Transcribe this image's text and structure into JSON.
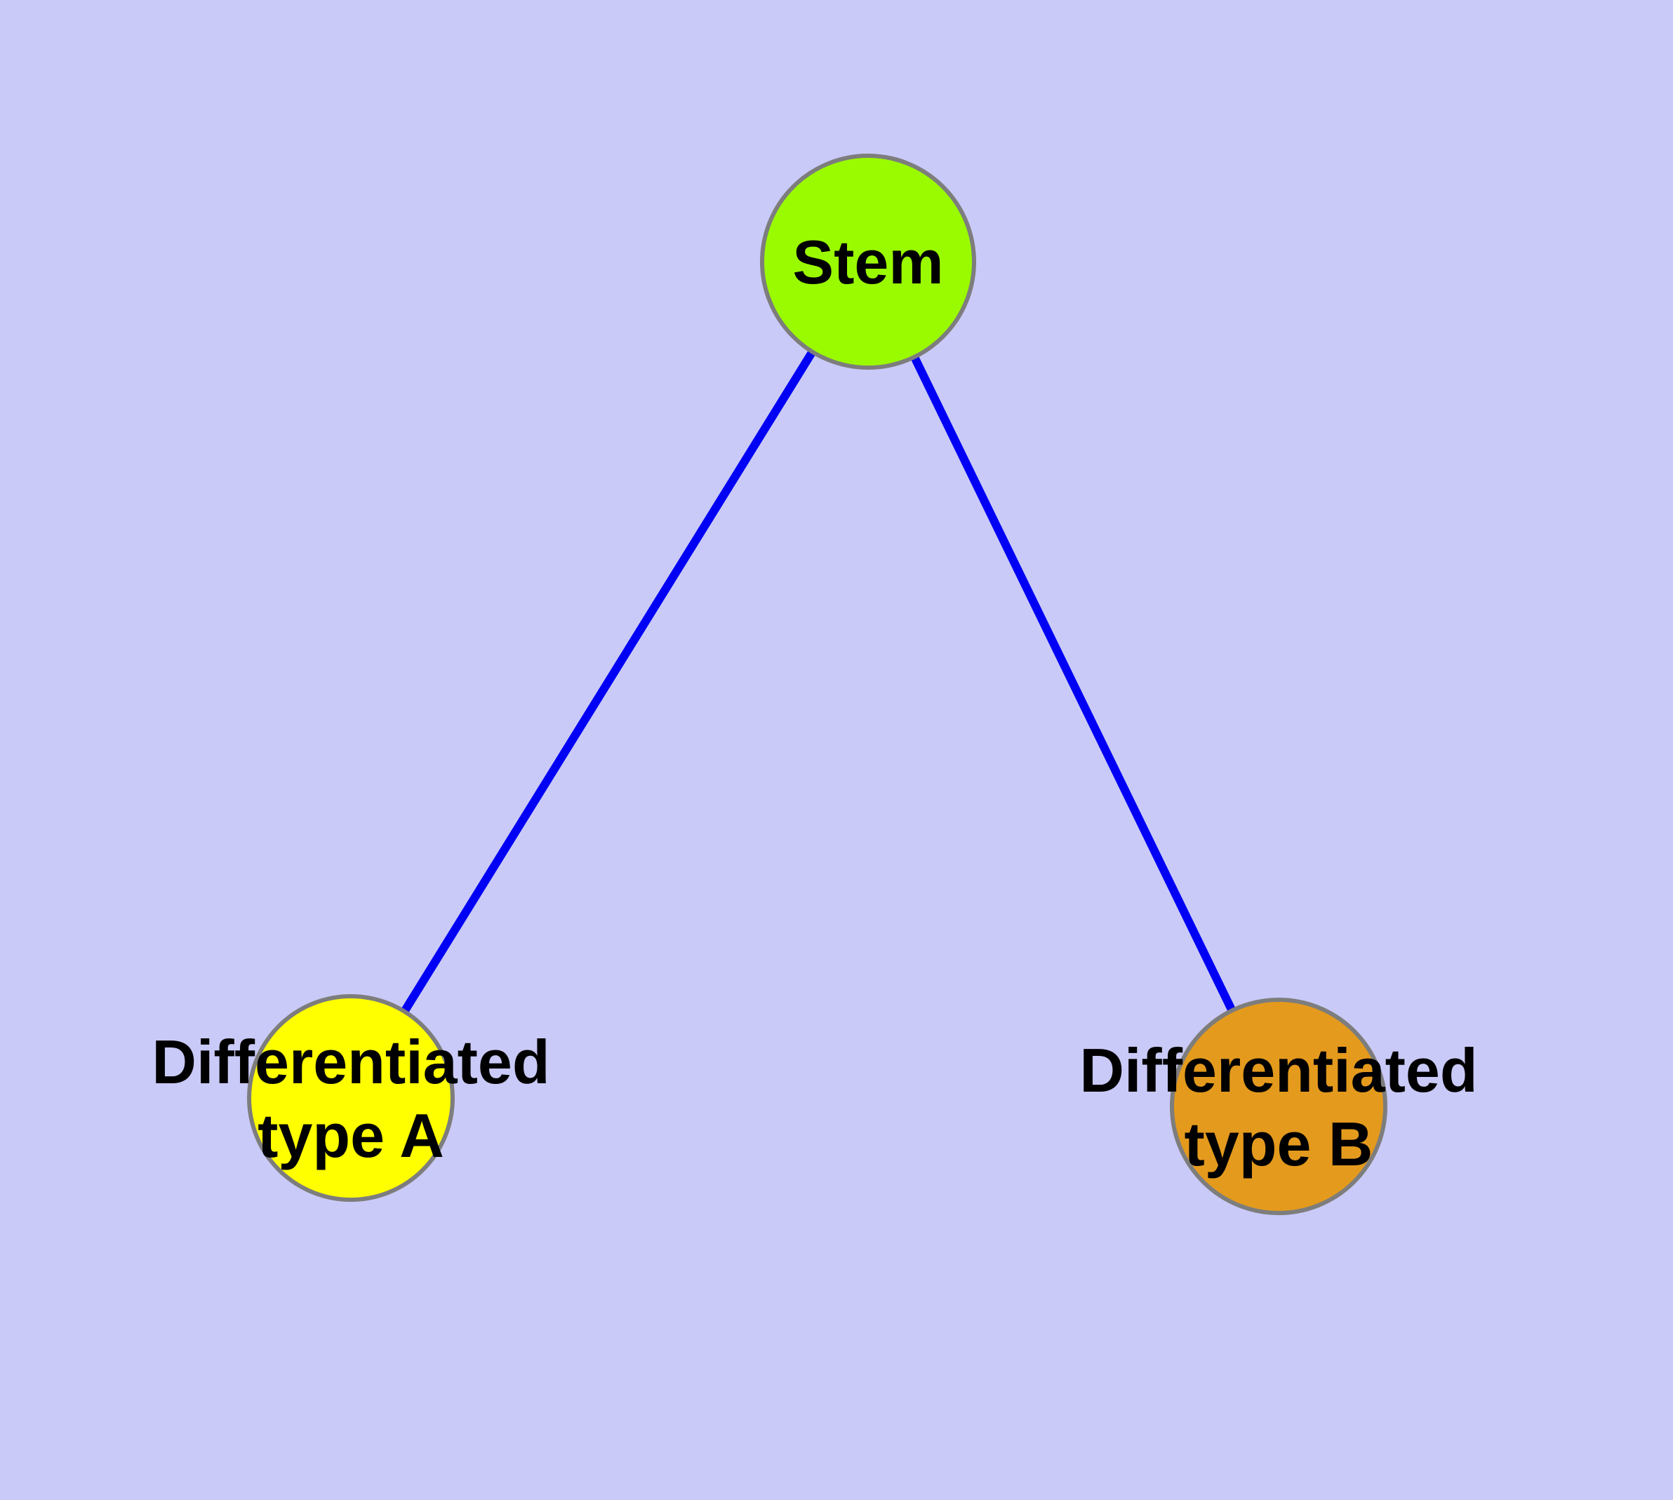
{
  "background_color": "#CACAF8",
  "diagram": {
    "kind": "graph",
    "text_color": "#000000",
    "edge_color": "#0000F5",
    "edge_width": 12,
    "node_border_color": "#7D7D7D",
    "node_border_width": 6,
    "nodes": [
      {
        "id": "stem",
        "label": "Stem",
        "fill": "#9AFB00"
      },
      {
        "id": "type-a",
        "label_line1": "Differentiated",
        "label_line2": "type A",
        "fill": "#FFFF00"
      },
      {
        "id": "type-b",
        "label_line1": "Differentiated",
        "label_line2": "type B",
        "fill": "#E49A1D"
      }
    ],
    "edges": [
      {
        "from": "Stem",
        "to": "Differentiated type A"
      },
      {
        "from": "Stem",
        "to": "Differentiated type B"
      }
    ]
  }
}
